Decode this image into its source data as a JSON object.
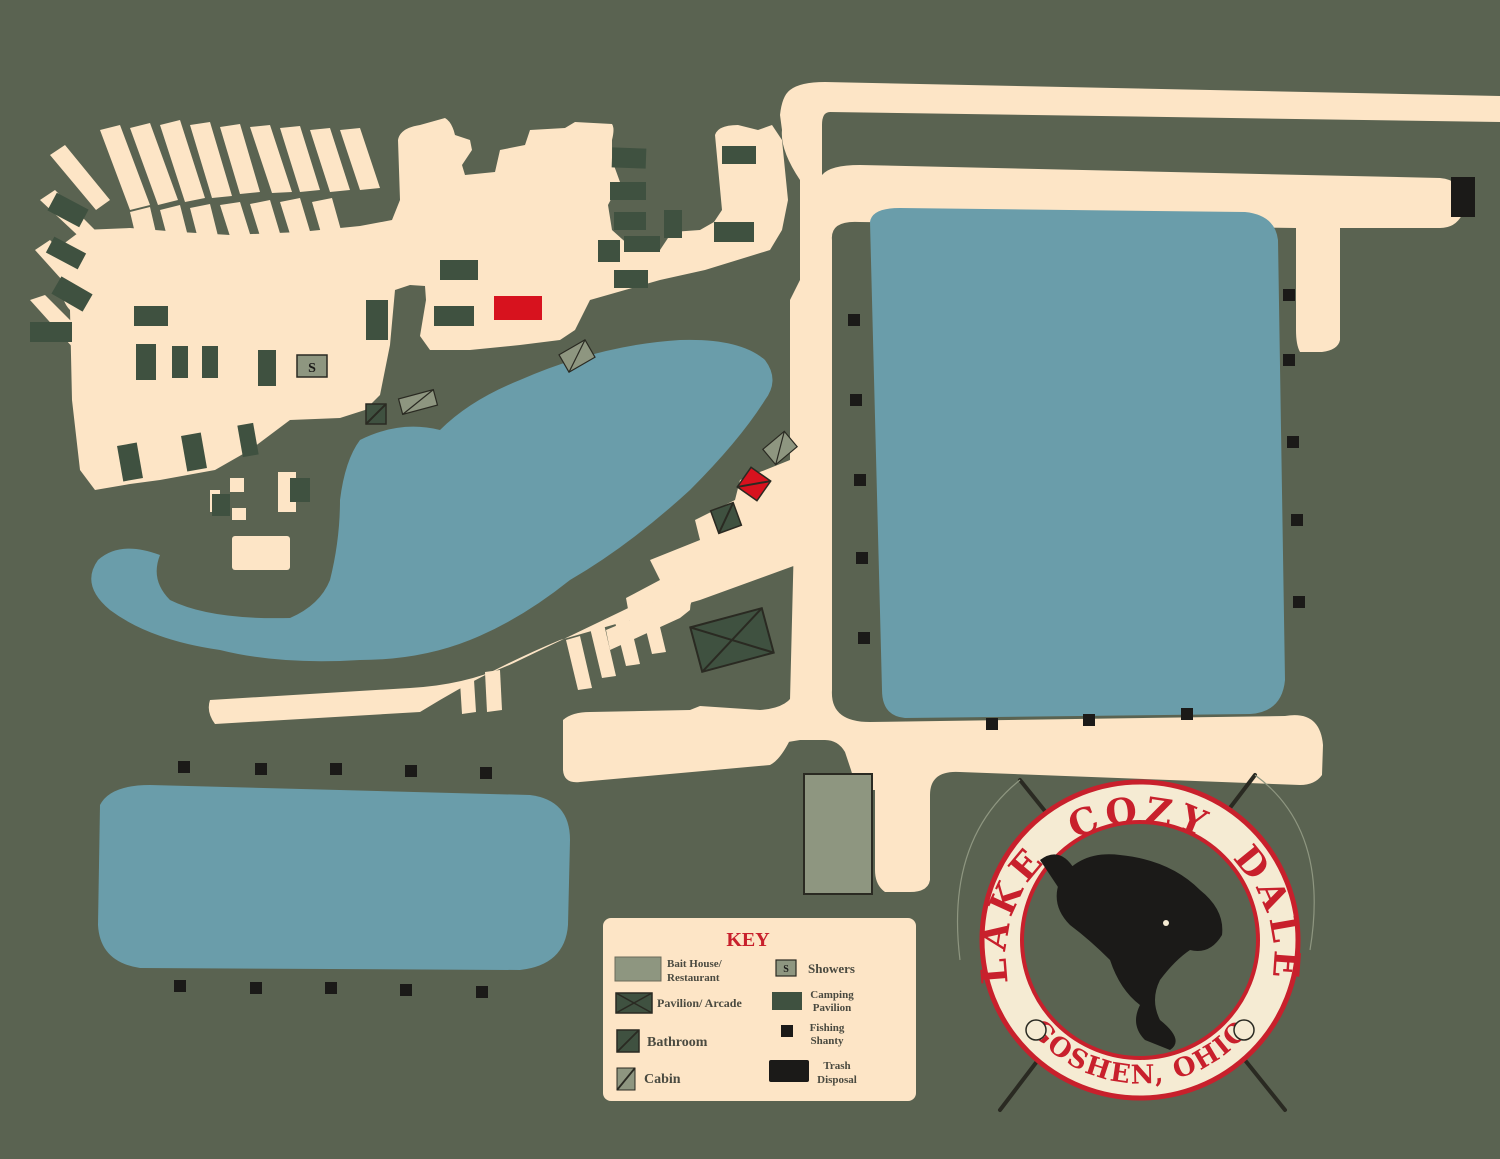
{
  "colors": {
    "grass": "#5a6351",
    "path": "#fde5c6",
    "water": "#6a9daa",
    "camping_pavilion": "#3f5140",
    "bait_house": "#8e9680",
    "trash_disposal": "#1b1a18",
    "shanty": "#1b1a18",
    "highlight": "#d7121e",
    "logo_red": "#c8202c",
    "logo_ring": "#f5ebd3"
  },
  "key": {
    "title": "KEY",
    "items": [
      {
        "id": "bait",
        "line1": "Bait House/",
        "line2": "Restaurant",
        "icon": "bait-house-swatch"
      },
      {
        "id": "pavilion",
        "line1": "Pavilion/ Arcade",
        "line2": "",
        "icon": "pavilion-arcade-swatch"
      },
      {
        "id": "bathroom",
        "line1": "Bathroom",
        "line2": "",
        "icon": "bathroom-swatch"
      },
      {
        "id": "cabin",
        "line1": "Cabin",
        "line2": "",
        "icon": "cabin-swatch"
      },
      {
        "id": "showers",
        "line1": "Showers",
        "line2": "",
        "icon": "showers-swatch",
        "glyph": "S"
      },
      {
        "id": "camping",
        "line1": "Camping",
        "line2": "Pavilion",
        "icon": "camping-pavilion-swatch"
      },
      {
        "id": "shanty",
        "line1": "Fishing",
        "line2": "Shanty",
        "icon": "fishing-shanty-swatch"
      },
      {
        "id": "trash",
        "line1": "Trash",
        "line2": "Disposal",
        "icon": "trash-disposal-swatch"
      }
    ]
  },
  "logo": {
    "words": [
      "LAKE",
      "COZY",
      "DALE"
    ],
    "location": "GOSHEN, OHIO"
  },
  "map_labels": {
    "showers_glyph": "S"
  }
}
